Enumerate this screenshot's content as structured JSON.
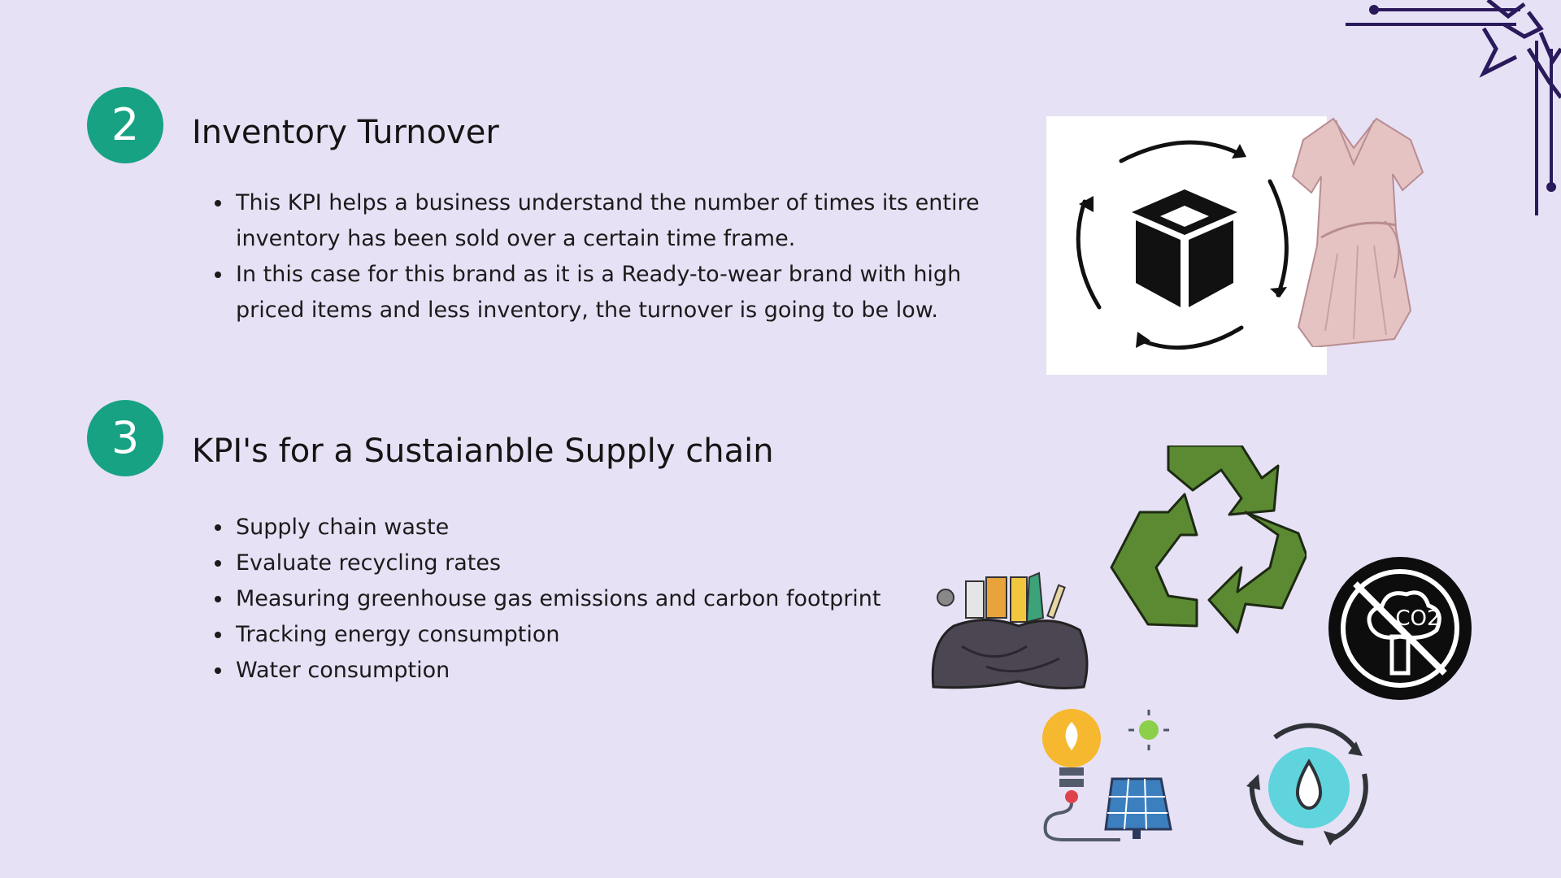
{
  "sections": [
    {
      "number": "2",
      "title": "Inventory Turnover",
      "bullets": [
        "This KPI helps a business understand the number of times its entire inventory has been sold over a certain time frame.",
        "In this case for this brand as it is a Ready-to-wear brand with high priced items and less inventory, the turnover is going to be low."
      ]
    },
    {
      "number": "3",
      "title": "KPI's for a Sustaianble Supply chain",
      "bullets": [
        "Supply chain waste",
        "Evaluate recycling rates",
        "Measuring greenhouse gas emissions and carbon footprint",
        "Tracking energy consumption",
        "Water consumption"
      ]
    }
  ],
  "illustrations": {
    "co2_label": "CO2"
  },
  "icons": [
    "corner-ornament-icon",
    "inventory-cycle-box-icon",
    "dress-icon",
    "recycle-icon",
    "no-co2-icon",
    "waste-bag-icon",
    "renewable-energy-icon",
    "water-cycle-icon"
  ],
  "colors": {
    "background": "#e7e1f5",
    "badge": "#17a283",
    "recycle_green": "#5b8a33",
    "ornament": "#2a1a5c"
  }
}
